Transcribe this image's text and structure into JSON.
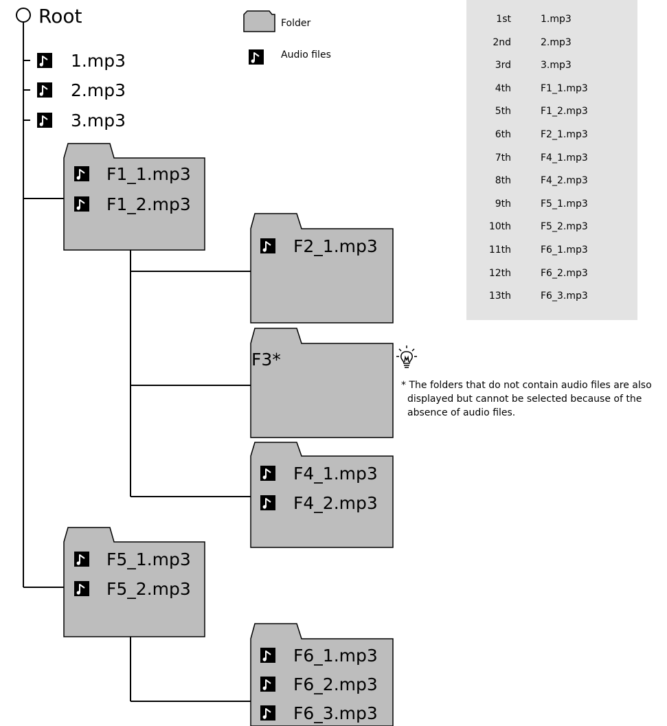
{
  "root": {
    "label": "Root"
  },
  "legend": {
    "folder_label": "Folder",
    "audio_label": "Audio files"
  },
  "root_files": [
    "1.mp3",
    "2.mp3",
    "3.mp3"
  ],
  "folders": {
    "f1": {
      "files": [
        "F1_1.mp3",
        "F1_2.mp3"
      ]
    },
    "f2": {
      "files": [
        "F2_1.mp3"
      ]
    },
    "f3": {
      "label": "F3*"
    },
    "f4": {
      "files": [
        "F4_1.mp3",
        "F4_2.mp3"
      ]
    },
    "f5": {
      "files": [
        "F5_1.mp3",
        "F5_2.mp3"
      ]
    },
    "f6": {
      "files": [
        "F6_1.mp3",
        "F6_2.mp3",
        "F6_3.mp3"
      ]
    }
  },
  "playback_order": [
    {
      "rank": "1st",
      "file": "1.mp3"
    },
    {
      "rank": "2nd",
      "file": "2.mp3"
    },
    {
      "rank": "3rd",
      "file": "3.mp3"
    },
    {
      "rank": "4th",
      "file": "F1_1.mp3"
    },
    {
      "rank": "5th",
      "file": "F1_2.mp3"
    },
    {
      "rank": "6th",
      "file": "F2_1.mp3"
    },
    {
      "rank": "7th",
      "file": "F4_1.mp3"
    },
    {
      "rank": "8th",
      "file": "F4_2.mp3"
    },
    {
      "rank": "9th",
      "file": "F5_1.mp3"
    },
    {
      "rank": "10th",
      "file": "F5_2.mp3"
    },
    {
      "rank": "11th",
      "file": "F6_1.mp3"
    },
    {
      "rank": "12th",
      "file": "F6_2.mp3"
    },
    {
      "rank": "13th",
      "file": "F6_3.mp3"
    }
  ],
  "note": {
    "text": "* The folders that do not contain audio files are also displayed but cannot be selected because of the absence of audio files."
  },
  "colors": {
    "folder_fill": "#bdbdbd",
    "table_bg": "#e3e3e3",
    "icon_bg": "#000000"
  }
}
